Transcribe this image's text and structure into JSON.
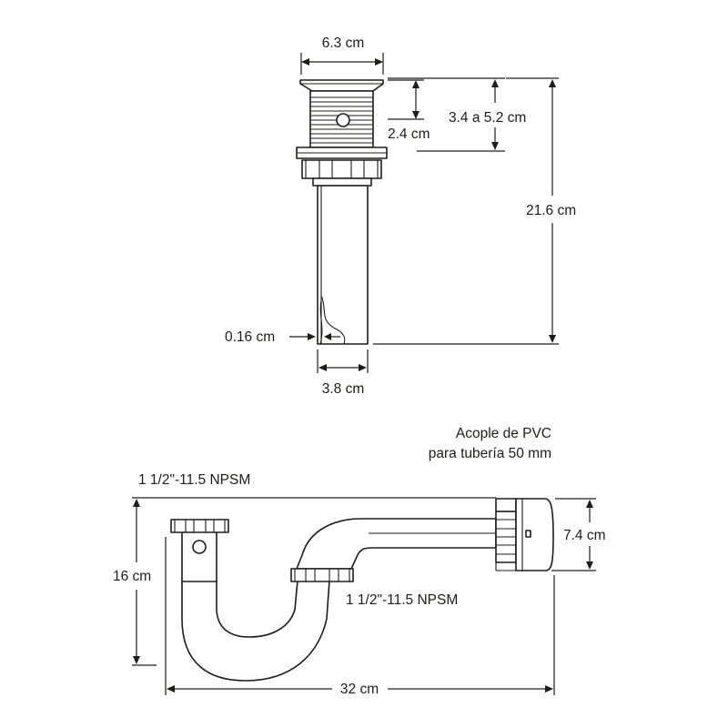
{
  "drain": {
    "width_top": "6.3 cm",
    "height_adjust": "3.4 a 5.2 cm",
    "cap_height": "2.4 cm",
    "total_height": "21.6 cm",
    "wall_thickness": "0.16 cm",
    "pipe_diameter": "3.8 cm"
  },
  "trap": {
    "coupling_label_line1": "Acople de PVC",
    "coupling_label_line2": "para tubería 50 mm",
    "thread_top": "1 1/2\"-11.5 NPSM",
    "thread_mid": "1 1/2\"-11.5 NPSM",
    "height": "16 cm",
    "coupling_height": "7.4 cm",
    "length": "32 cm"
  }
}
